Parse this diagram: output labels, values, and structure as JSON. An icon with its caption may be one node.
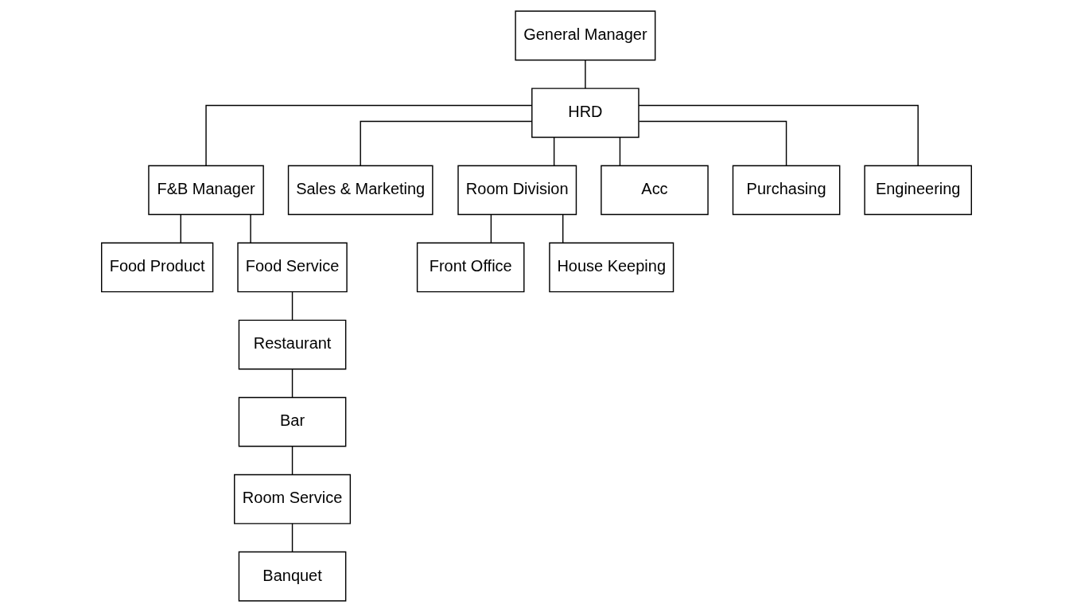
{
  "diagram": {
    "nodes": [
      {
        "text": [
          "General Manager"
        ]
      },
      {
        "text": [
          "HRD"
        ]
      },
      {
        "text": [
          "F&B Manager"
        ]
      },
      {
        "text": [
          "Sales & Marketing"
        ]
      },
      {
        "text": [
          "Room Division"
        ]
      },
      {
        "text": [
          "Acc"
        ]
      },
      {
        "text": [
          "Purchasing"
        ]
      },
      {
        "text": [
          "Engineering"
        ]
      },
      {
        "text": [
          "Food Product"
        ]
      },
      {
        "text": [
          "Food Service"
        ]
      },
      {
        "text": [
          "Restaurant"
        ]
      },
      {
        "text": [
          "Bar"
        ]
      },
      {
        "text": [
          "Room Service"
        ]
      },
      {
        "text": [
          "Banquet"
        ]
      },
      {
        "text": [
          "Front Office"
        ]
      },
      {
        "text": [
          "House Keeping"
        ]
      }
    ],
    "edges": [
      {
        "from": 0,
        "to": 1,
        "arrow": "none"
      },
      {
        "from": 1,
        "to": 2,
        "arrow": "none"
      },
      {
        "from": 1,
        "to": 3,
        "arrow": "none"
      },
      {
        "from": 1,
        "to": 4,
        "arrow": "none"
      },
      {
        "from": 1,
        "to": 5,
        "arrow": "none"
      },
      {
        "from": 1,
        "to": 6,
        "arrow": "none"
      },
      {
        "from": 1,
        "to": 7,
        "arrow": "none"
      },
      {
        "from": 2,
        "to": 8,
        "arrow": "none"
      },
      {
        "from": 2,
        "to": 9,
        "arrow": "none"
      },
      {
        "from": 9,
        "to": 10,
        "arrow": "none"
      },
      {
        "from": 10,
        "to": 11,
        "arrow": "none"
      },
      {
        "from": 11,
        "to": 12,
        "arrow": "none"
      },
      {
        "from": 12,
        "to": 13,
        "arrow": "none"
      },
      {
        "from": 4,
        "to": 14,
        "arrow": "none"
      },
      {
        "from": 4,
        "to": 15,
        "arrow": "none"
      }
    ]
  }
}
